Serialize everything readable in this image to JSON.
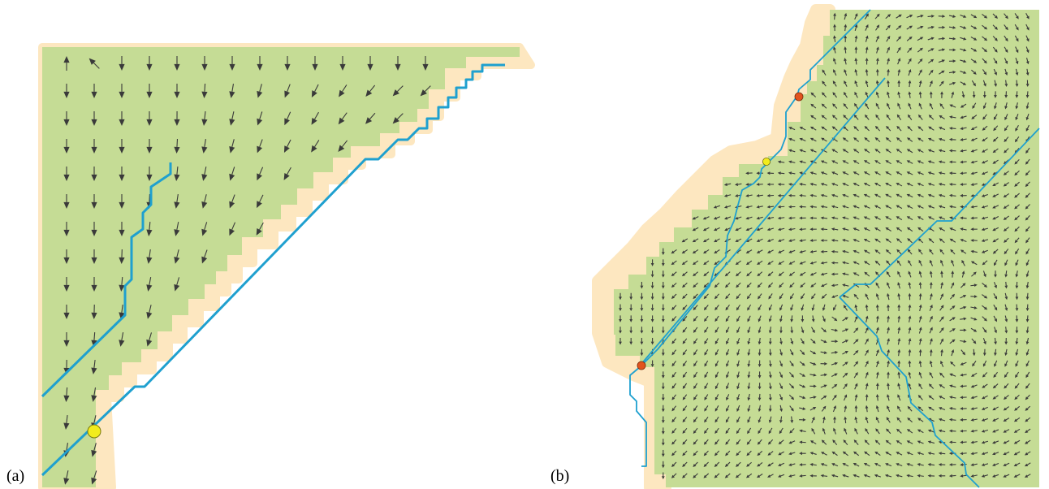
{
  "panels": [
    {
      "id": "a",
      "label": "(a)"
    },
    {
      "id": "b",
      "label": "(b)"
    }
  ],
  "colors": {
    "domain": "#c5dc95",
    "boundary_band": "#fde7c0",
    "stream": "#1fa0cf",
    "arrow": "#3a3a3a",
    "marker_yellow": "#f2ec1d",
    "marker_red": "#e2541e"
  },
  "icons": {
    "vector_arrow": "arrow-icon",
    "marker": "circle-marker-icon"
  }
}
